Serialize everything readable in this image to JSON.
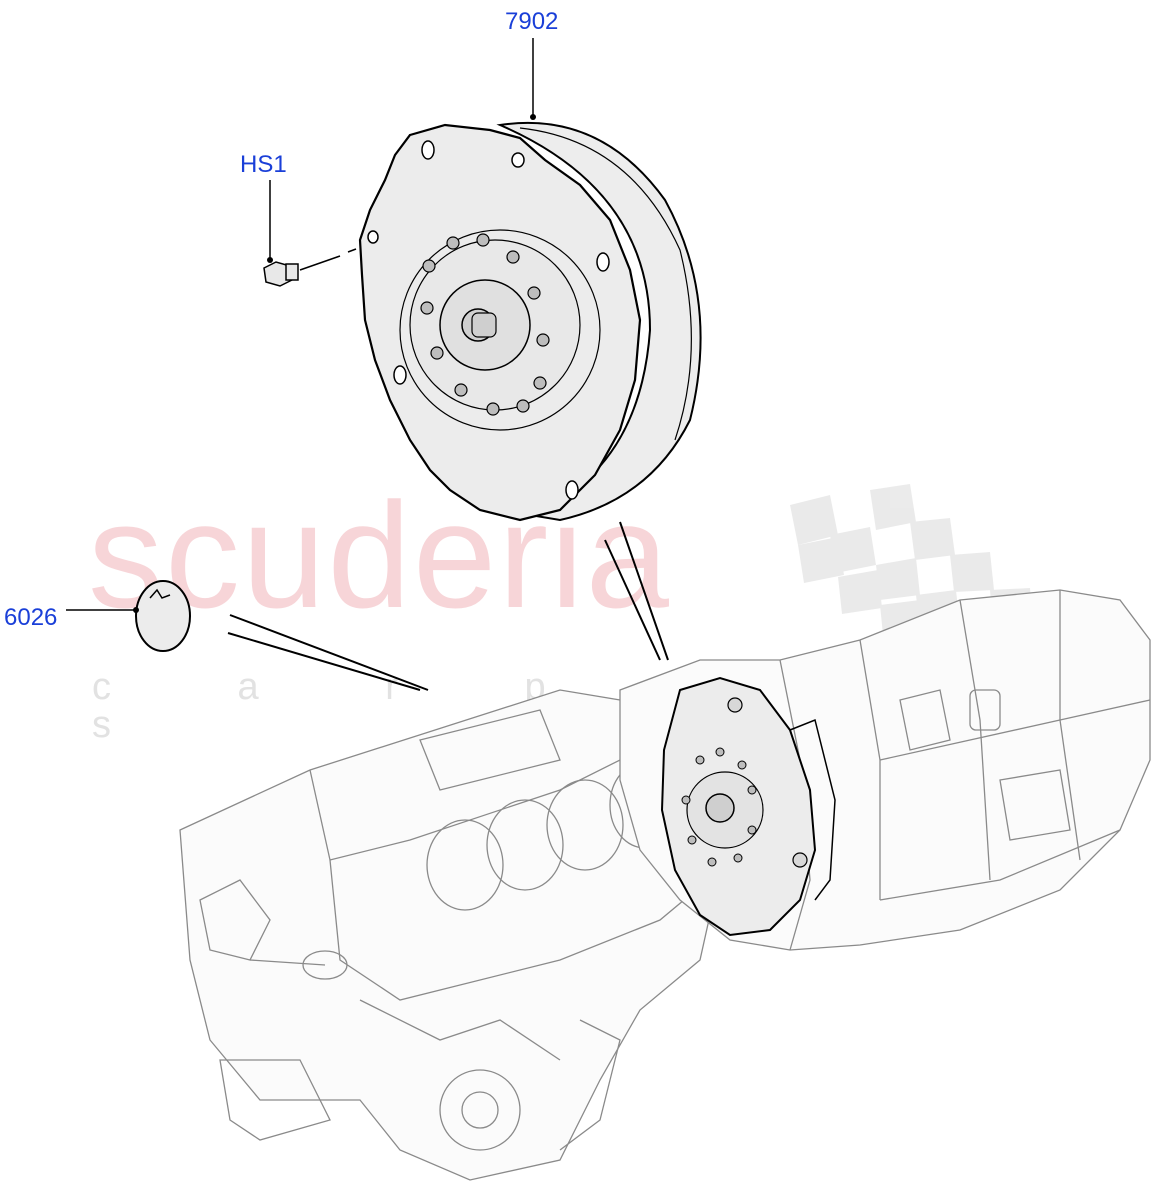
{
  "watermark": {
    "brand": "scuderia",
    "sub": "c a r  p a r t s"
  },
  "callouts": [
    {
      "id": "torque-converter",
      "label": "7902"
    },
    {
      "id": "bolt",
      "label": "HS1"
    },
    {
      "id": "plug",
      "label": "6026"
    }
  ],
  "colors": {
    "callout_text": "#1a3fd8",
    "watermark_brand": "#f5c8cc",
    "watermark_checker": "#e6e6e6",
    "part_fill": "#ececec",
    "outline": "#000000"
  }
}
